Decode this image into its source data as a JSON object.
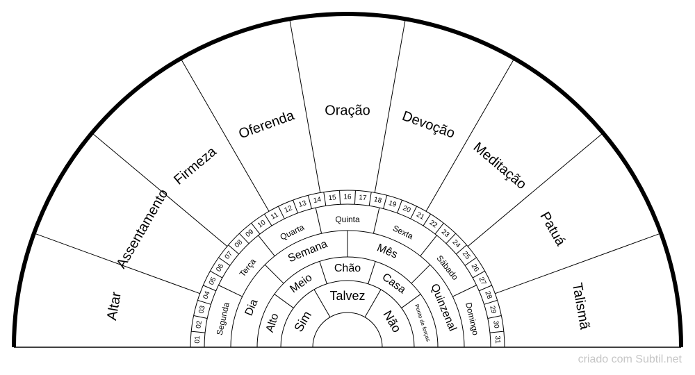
{
  "outer_labels": [
    "Altar",
    "Assentamento",
    "Firmeza",
    "Oferenda",
    "Oração",
    "Devoção",
    "Meditação",
    "Patuá",
    "Talismã"
  ],
  "days": [
    "01",
    "02",
    "03",
    "04",
    "05",
    "06",
    "07",
    "08",
    "09",
    "10",
    "11",
    "12",
    "13",
    "14",
    "15",
    "16",
    "17",
    "18",
    "19",
    "20",
    "21",
    "22",
    "23",
    "24",
    "25",
    "26",
    "27",
    "28",
    "29",
    "30",
    "31"
  ],
  "weekdays": [
    "Segunda",
    "Terça",
    "Quarta",
    "Quinta",
    "Sexta",
    "Sábado",
    "Domingo"
  ],
  "periods": [
    "Dia",
    "Semana",
    "Mês",
    "Quinzenal"
  ],
  "answers": [
    "Alto",
    "Meio",
    "Chão",
    "Casa",
    "Ponto de forças"
  ],
  "core": [
    "Sim",
    "Talvez",
    "Não"
  ],
  "credit": "criado com Subtil.net"
}
